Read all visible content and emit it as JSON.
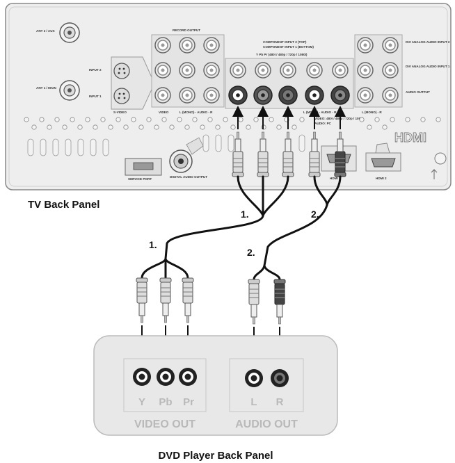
{
  "labels": {
    "tv_panel": "TV Back Panel",
    "dvd_panel": "DVD Player Back Panel",
    "cable1_top": "1.",
    "cable2_top": "2.",
    "cable1_bottom": "1.",
    "cable2_bottom": "2."
  },
  "tv": {
    "ant2": "ANT 2 / AUX",
    "ant1": "ANT 1 / MAIN",
    "input2": "INPUT 2",
    "input1": "INPUT 1",
    "svideo": "S-VIDEO",
    "video": "VIDEO",
    "audio_lr": "L (MONO) - AUDIO - R",
    "record_output": "RECORD OUTPUT",
    "comp_line1": "COMPONENT INPUT 2 (TOP)",
    "comp_line2": "COMPONENT INPUT 1 (BOTTOM)",
    "comp_line3": "Y Pb Pr (480i / 480p / 720p / 1080i)",
    "comp_audio": "L (MONO) - AUDIO - R",
    "vga_line1": "VIDEO: 480i / 480p / 720p / 1080i",
    "vga_line2": "AUDIO: PC",
    "dvi_in2": "DVI ANALOG AUDIO INPUT 2",
    "dvi_in1": "DVI ANALOG AUDIO INPUT 1",
    "audio_output": "AUDIO OUTPUT",
    "audio_out_lr": "L (MONO) - R",
    "service_port": "SERVICE PORT",
    "digital_audio": "DIGITAL AUDIO OUTPUT",
    "hdmi1": "HDMI 1",
    "hdmi2": "HDMI 2",
    "hdmi_logo": "HDMI"
  },
  "dvd": {
    "y": "Y",
    "pb": "Pb",
    "pr": "Pr",
    "l": "L",
    "r": "R",
    "video_out": "VIDEO OUT",
    "audio_out": "AUDIO OUT"
  }
}
